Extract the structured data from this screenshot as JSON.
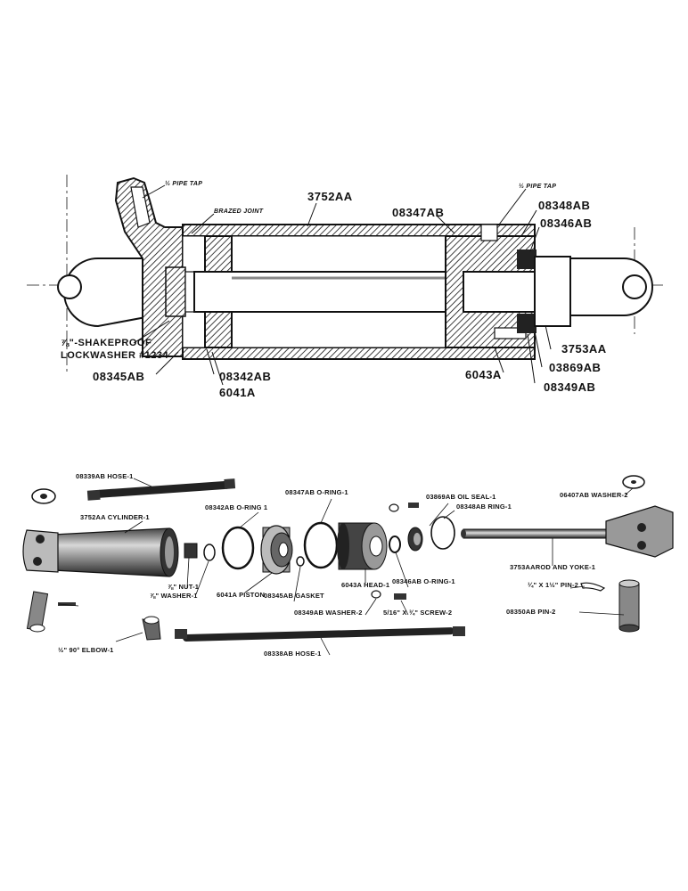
{
  "section_view": {
    "labels": {
      "pipe_tap_left": "½ PIPE TAP",
      "brazed_joint": "BRAZED JOINT",
      "cylinder": "3752AA",
      "oring_head": "08347AB",
      "pipe_tap_right": "½ PIPE TAP",
      "ring": "08348AB",
      "oring_rod": "08346AB",
      "rod": "3753AA",
      "seal": "03869AB",
      "washer": "08349AB",
      "head": "6043A",
      "lockwasher_1": "⅞\"-SHAKEPROOF",
      "lockwasher_2": "LOCKWASHER #1234",
      "gasket": "08345AB",
      "oring_piston": "08342AB",
      "piston": "6041A"
    }
  },
  "exploded_view": {
    "labels": {
      "hose_1": "08339AB HOSE-1",
      "cylinder": "3752AA CYLINDER-1",
      "oring_piston": "08342AB O-RING 1",
      "oring_head": "08347AB O-RING-1",
      "oil_seal": "03869AB OIL SEAL-1",
      "ring": "08348AB RING-1",
      "washer_2": "06407AB WASHER-2",
      "nut": "⅞\" NUT-1",
      "washer_1": "⅞\" WASHER-1",
      "piston": "6041A PISTON",
      "gasket": "08345AB GASKET",
      "head": "6043A HEAD-1",
      "oring_rod": "08346AB O-RING-1",
      "rod_yoke": "3753AAROD AND YOKE-1",
      "cotter_pin": "¼\" X 1½\" PIN-2",
      "washer_small": "08349AB WASHER-2",
      "screw": "5/16\" X ¾\" SCREW-2",
      "pin": "08350AB PIN-2",
      "elbow": "½\" 90° ELBOW-1",
      "hose_2": "08338AB HOSE-1"
    }
  }
}
